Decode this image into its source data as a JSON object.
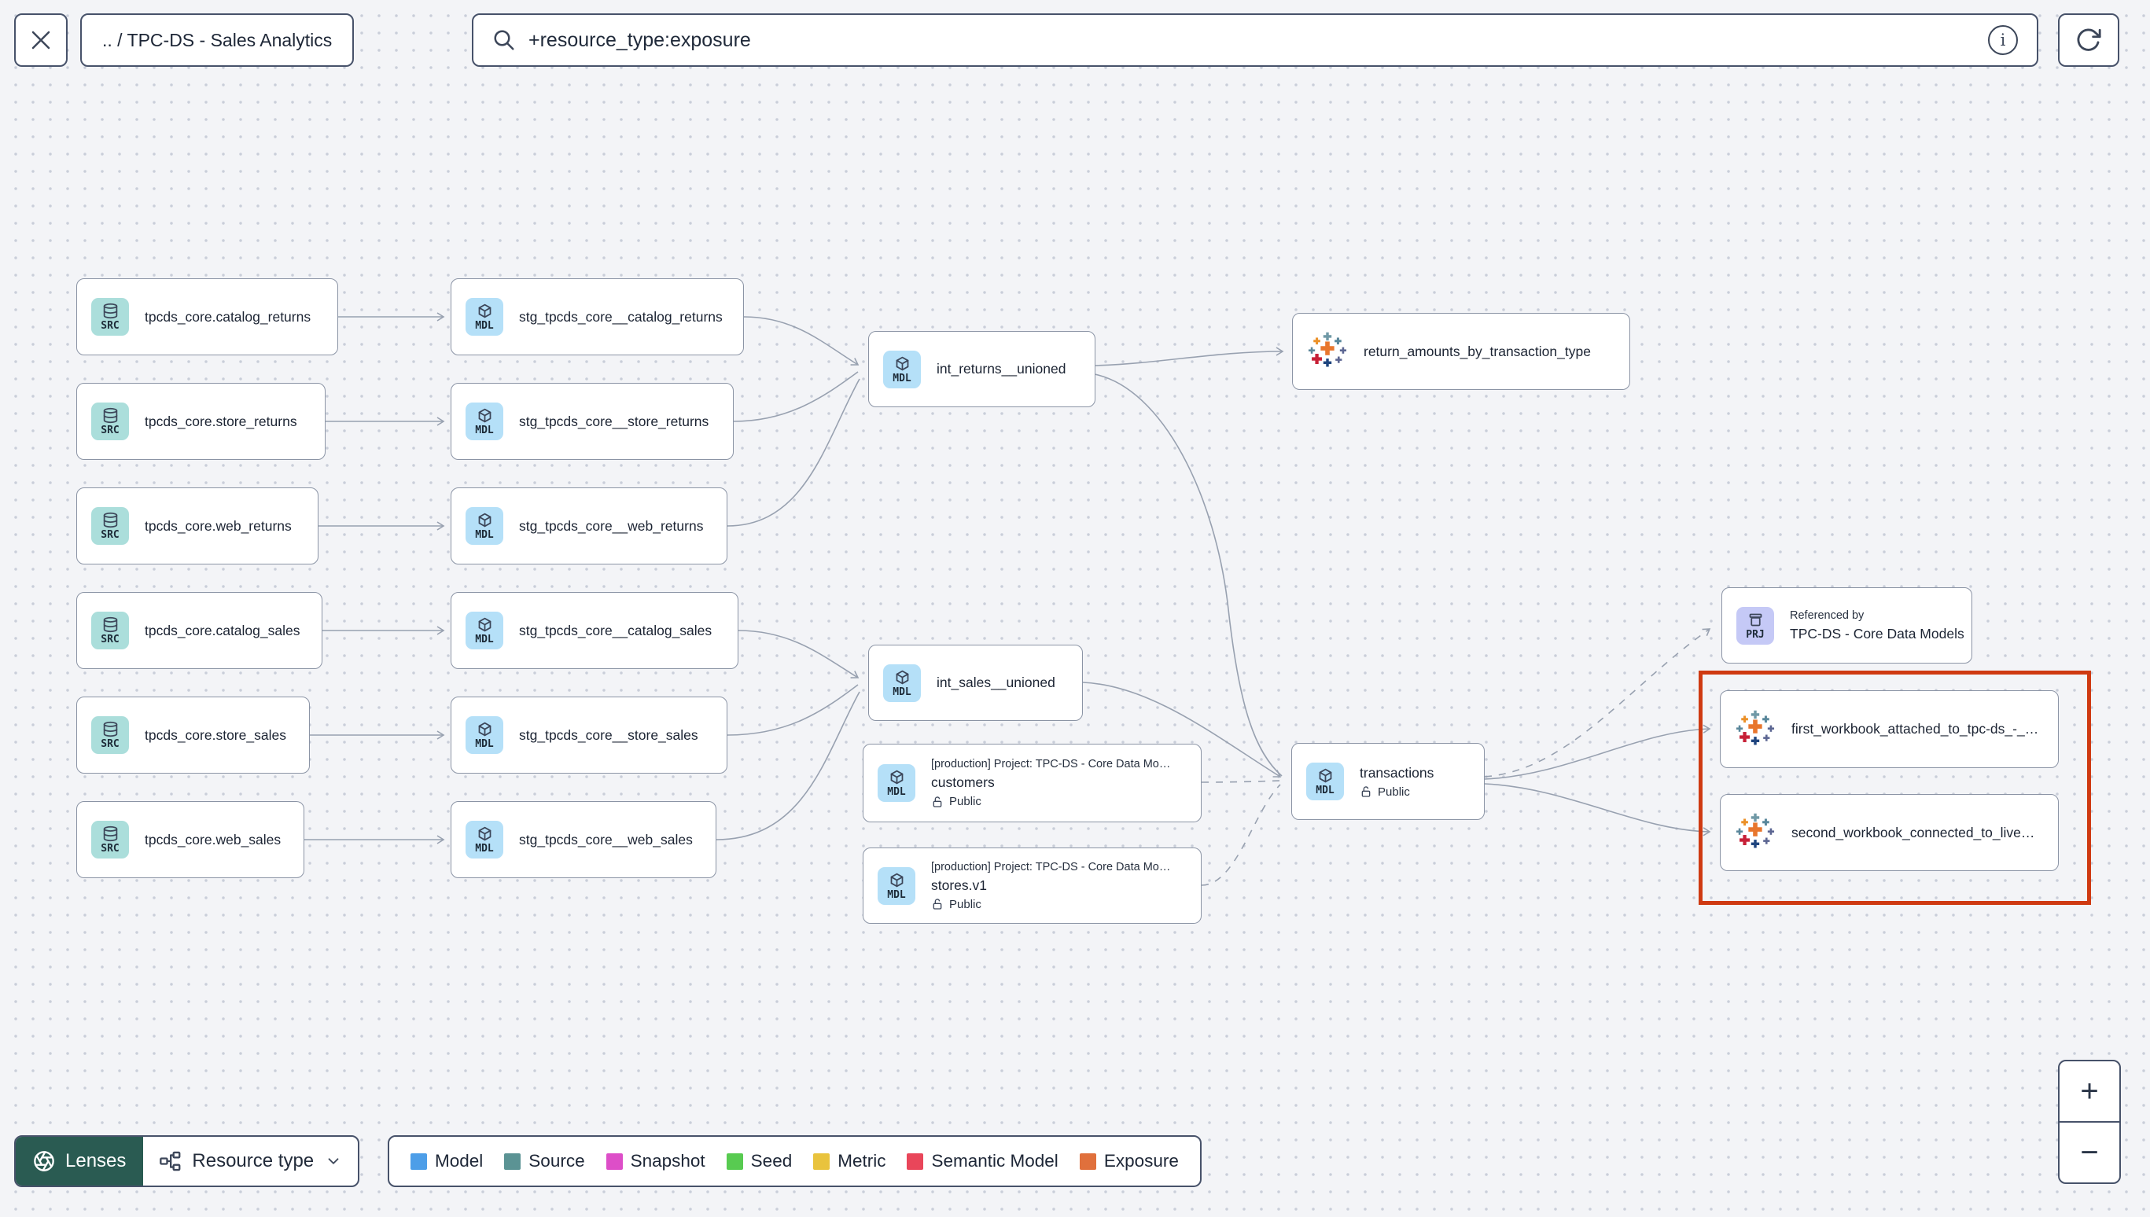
{
  "header": {
    "breadcrumb": ".. / TPC-DS - Sales Analytics",
    "search": {
      "value": "+resource_type:exposure",
      "info_glyph": "i"
    }
  },
  "nodes": {
    "sources": [
      {
        "badge": "SRC",
        "label": "tpcds_core.catalog_returns"
      },
      {
        "badge": "SRC",
        "label": "tpcds_core.store_returns"
      },
      {
        "badge": "SRC",
        "label": "tpcds_core.web_returns"
      },
      {
        "badge": "SRC",
        "label": "tpcds_core.catalog_sales"
      },
      {
        "badge": "SRC",
        "label": "tpcds_core.store_sales"
      },
      {
        "badge": "SRC",
        "label": "tpcds_core.web_sales"
      }
    ],
    "staging": [
      {
        "badge": "MDL",
        "label": "stg_tpcds_core__catalog_returns"
      },
      {
        "badge": "MDL",
        "label": "stg_tpcds_core__store_returns"
      },
      {
        "badge": "MDL",
        "label": "stg_tpcds_core__web_returns"
      },
      {
        "badge": "MDL",
        "label": "stg_tpcds_core__catalog_sales"
      },
      {
        "badge": "MDL",
        "label": "stg_tpcds_core__store_sales"
      },
      {
        "badge": "MDL",
        "label": "stg_tpcds_core__web_sales"
      }
    ],
    "intermediate": [
      {
        "badge": "MDL",
        "label": "int_returns__unioned"
      },
      {
        "badge": "MDL",
        "label": "int_sales__unioned"
      }
    ],
    "public_models": [
      {
        "badge": "MDL",
        "project": "[production] Project: TPC-DS - Core Data Mo…",
        "label": "customers",
        "visibility": "Public"
      },
      {
        "badge": "MDL",
        "project": "[production] Project: TPC-DS - Core Data Mo…",
        "label": "stores.v1",
        "visibility": "Public"
      }
    ],
    "transactions": {
      "badge": "MDL",
      "label": "transactions",
      "visibility": "Public"
    },
    "referenced_by": {
      "badge": "PRJ",
      "title": "Referenced by",
      "label": "TPC-DS - Core Data Models"
    },
    "exposures": [
      {
        "label": "return_amounts_by_transaction_type"
      },
      {
        "label": "first_workbook_attached_to_tpc-ds_-_…"
      },
      {
        "label": "second_workbook_connected_to_live…"
      }
    ]
  },
  "footer": {
    "lenses_label": "Lenses",
    "resource_type_label": "Resource type",
    "legend": [
      {
        "label": "Model",
        "color": "#4d9ee8"
      },
      {
        "label": "Source",
        "color": "#5b9394"
      },
      {
        "label": "Snapshot",
        "color": "#dd4ec8"
      },
      {
        "label": "Seed",
        "color": "#58cb51"
      },
      {
        "label": "Metric",
        "color": "#e9c33d"
      },
      {
        "label": "Semantic Model",
        "color": "#e9465a"
      },
      {
        "label": "Exposure",
        "color": "#e0703c"
      }
    ]
  },
  "zoom_controls": {
    "zoom_in": "+",
    "zoom_out": "−"
  },
  "colors": {
    "highlight": "#cf3a12",
    "edge": "#98a1b0"
  }
}
